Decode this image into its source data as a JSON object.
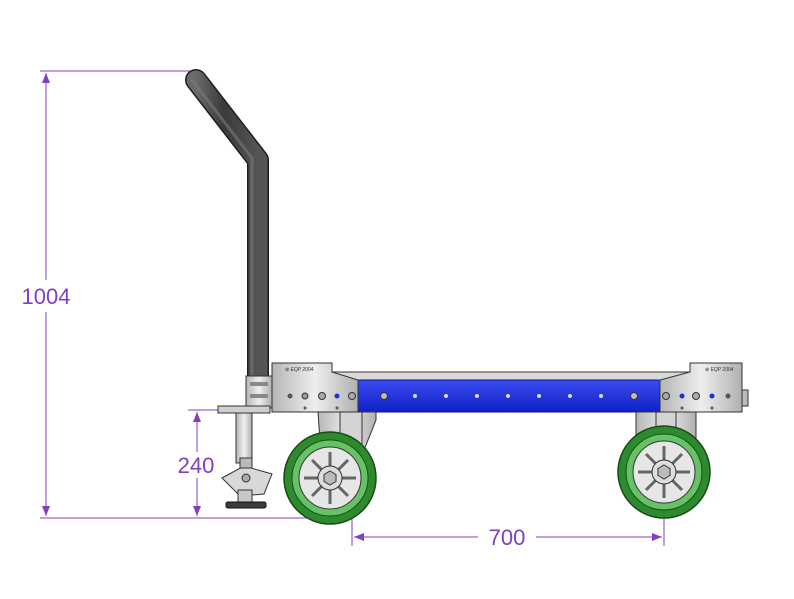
{
  "dimensions": {
    "total_height": "1004",
    "platform_height": "240",
    "wheelbase": "700"
  },
  "frame_label_left": "⊕ EQP 2004",
  "frame_label_right": "⊕ EQP 2004",
  "colors": {
    "dimension": "#8040c0",
    "handle": "#4a4a4a",
    "frame_blue": "#1a2ee0",
    "wheel_green": "#2d8a2d",
    "metal": "#c8c8c8"
  }
}
